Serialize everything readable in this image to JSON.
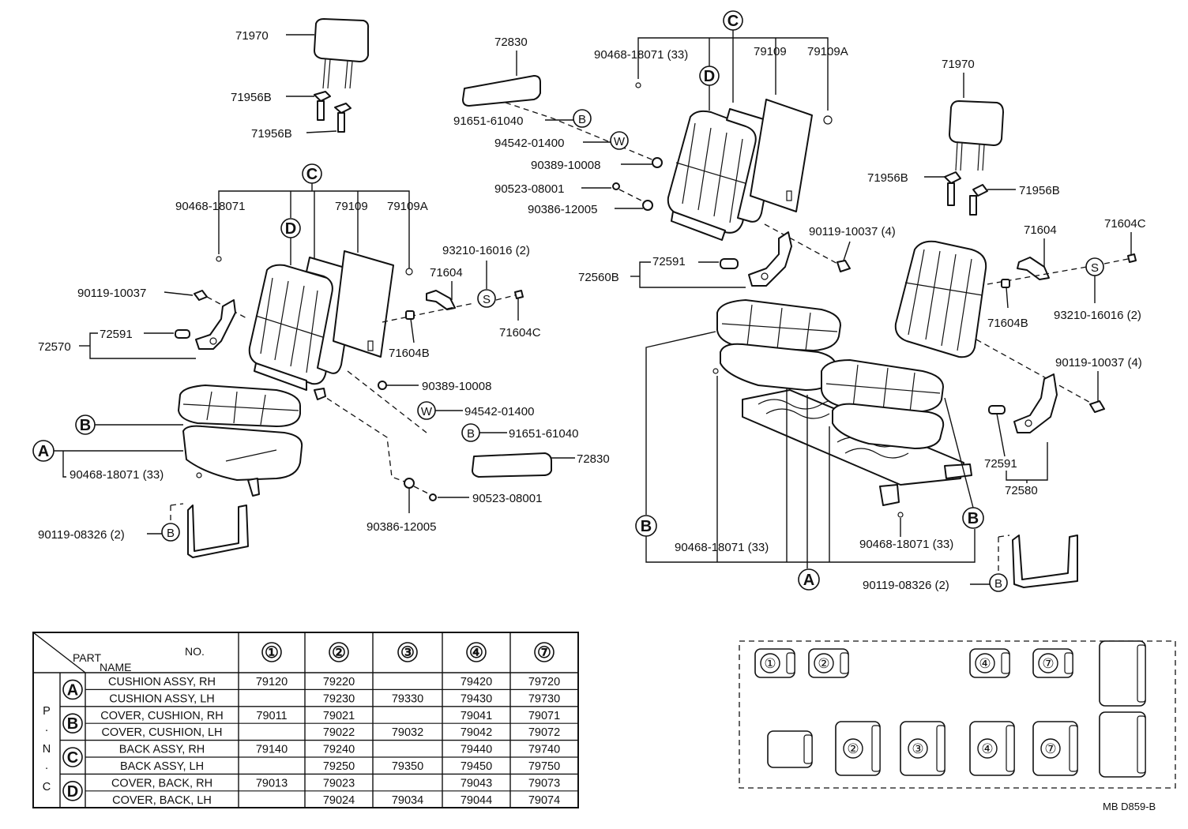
{
  "callouts": {
    "left": {
      "headrest": "71970",
      "support_a": "71956B",
      "support_b": "71956B",
      "clip": "90468-18071",
      "back_frame": "79109",
      "back_frame_a": "79109A",
      "bolt": "90119-10037",
      "ring": "93210-16016 (2)",
      "hinge": "71604",
      "hinge_pin": "71604C",
      "hinge_b": "71604B",
      "cover_cap": "72591",
      "adjuster": "72570",
      "nut": "90389-10008",
      "washer": "94542-01400",
      "screw": "91651-61040",
      "armrest": "72830",
      "clip_bottom": "90468-18071 (33)",
      "grommet": "90386-12005",
      "cap": "90523-08001",
      "bracket_bolt": "90119-08326 (2)"
    },
    "center": {
      "armrest": "72830",
      "screw": "91651-61040",
      "washer": "94542-01400",
      "nut": "90389-10008",
      "cap": "90523-08001",
      "grommet": "90386-12005",
      "clip": "90468-18071 (33)",
      "back_frame": "79109",
      "back_frame_a": "79109A",
      "bolt": "90119-10037 (4)",
      "cover_cap": "72591",
      "adjuster": "72560B"
    },
    "right": {
      "headrest": "71970",
      "support_a": "71956B",
      "support_b": "71956B",
      "hinge": "71604",
      "hinge_pin": "71604C",
      "hinge_b": "71604B",
      "ring": "93210-16016 (2)",
      "bolt": "90119-10037 (4)",
      "cover_cap": "72591",
      "adjuster": "72580",
      "clip_a": "90468-18071 (33)",
      "clip_b": "90468-18071 (33)",
      "bracket_bolt": "90119-08326 (2)"
    }
  },
  "letters": {
    "a": "A",
    "b": "B",
    "c": "C",
    "d": "D",
    "w": "W",
    "s": "S"
  },
  "table": {
    "corner_no": "NO.",
    "corner_part": "PART",
    "corner_name": "NAME",
    "pnc": [
      "P",
      "·",
      "N",
      "·",
      "C"
    ],
    "columns": [
      "①",
      "②",
      "③",
      "④",
      "⑦"
    ],
    "groups": [
      {
        "letter": "A",
        "rows": [
          {
            "name": "CUSHION ASSY, RH",
            "values": [
              "79120",
              "79220",
              "",
              "79420",
              "79720"
            ]
          },
          {
            "name": "CUSHION ASSY, LH",
            "values": [
              "",
              "79230",
              "79330",
              "79430",
              "79730"
            ]
          }
        ]
      },
      {
        "letter": "B",
        "rows": [
          {
            "name": "COVER, CUSHION, RH",
            "values": [
              "79011",
              "79021",
              "",
              "79041",
              "79071"
            ]
          },
          {
            "name": "COVER, CUSHION, LH",
            "values": [
              "",
              "79022",
              "79032",
              "79042",
              "79072"
            ]
          }
        ]
      },
      {
        "letter": "C",
        "rows": [
          {
            "name": "BACK ASSY, RH",
            "values": [
              "79140",
              "79240",
              "",
              "79440",
              "79740"
            ]
          },
          {
            "name": "BACK ASSY, LH",
            "values": [
              "",
              "79250",
              "79350",
              "79450",
              "79750"
            ]
          }
        ]
      },
      {
        "letter": "D",
        "rows": [
          {
            "name": "COVER, BACK, RH",
            "values": [
              "79013",
              "79023",
              "",
              "79043",
              "79073"
            ]
          },
          {
            "name": "COVER, BACK, LH",
            "values": [
              "",
              "79024",
              "79034",
              "79044",
              "79074"
            ]
          }
        ]
      }
    ]
  },
  "layout_key": {
    "front_row": [
      "①",
      "②",
      "④",
      "⑦"
    ],
    "rear_row": [
      "②",
      "③",
      "④",
      "⑦"
    ]
  },
  "drawing_code": "MB D859-B"
}
